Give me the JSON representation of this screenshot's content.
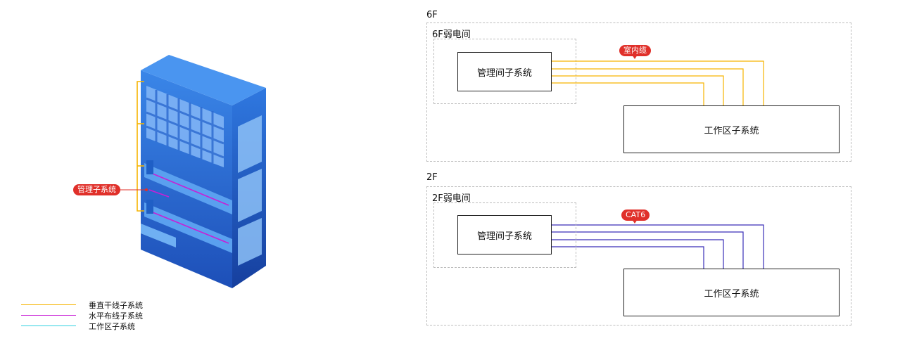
{
  "colors": {
    "vertical": "#f6b400",
    "horizontal": "#c81fd6",
    "work_area": "#2fd0e0",
    "cat6": "#3a2fb8",
    "tag_red": "#e0302a",
    "building_blue": "#2b71d6"
  },
  "left": {
    "management_tag": "管理子系统",
    "legend": [
      {
        "label": "垂直干线子系统",
        "color_key": "vertical"
      },
      {
        "label": "水平布线子系统",
        "color_key": "horizontal"
      },
      {
        "label": "工作区子系统",
        "color_key": "work_area"
      }
    ]
  },
  "floor6": {
    "floor_label": "6F",
    "room_label": "6F弱电间",
    "mgmt_box": "管理间子系统",
    "work_box": "工作区子系统",
    "cable_tag": "室内缆"
  },
  "floor2": {
    "floor_label": "2F",
    "room_label": "2F弱电间",
    "mgmt_box": "管理间子系统",
    "work_box": "工作区子系统",
    "cable_tag": "CAT6"
  }
}
